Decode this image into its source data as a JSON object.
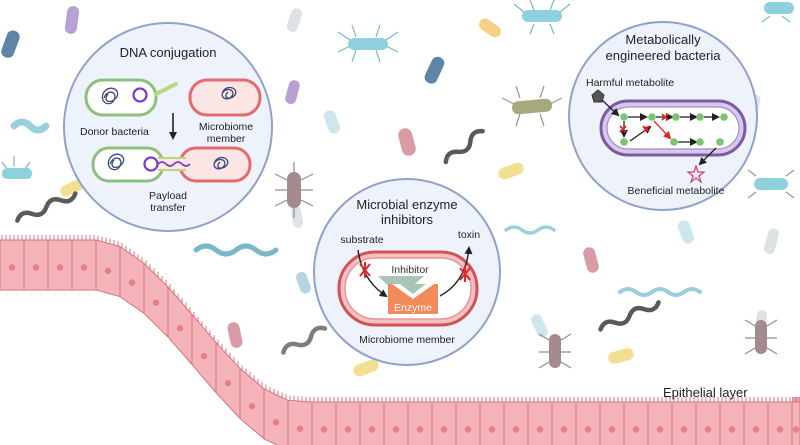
{
  "panels": {
    "dna_conjugation": {
      "title": "DNA conjugation",
      "donor_label": "Donor bacteria",
      "member_label_line1": "Microbiome",
      "member_label_line2": "member",
      "payload_line1": "Payload",
      "payload_line2": "transfer"
    },
    "enzyme_inhibitors": {
      "title_line1": "Microbial enzyme",
      "title_line2": "inhibitors",
      "substrate_label": "substrate",
      "toxin_label": "toxin",
      "inhibitor_label": "Inhibitor",
      "enzyme_label": "Enzyme",
      "member_label": "Microbiome member"
    },
    "engineered_bacteria": {
      "title_line1": "Metabolically",
      "title_line2": "engineered bacteria",
      "harmful_label": "Harmful metabolite",
      "beneficial_label": "Beneficial metabolite"
    }
  },
  "epithelium": {
    "label": "Epithelial layer"
  },
  "colors": {
    "circle_fill": "#eef2fa",
    "circle_stroke": "#8fa2c9",
    "epithelial_cell": "#f5b3ba",
    "epithelial_stroke": "#d9737f",
    "nucleus": "#e57f8b",
    "donor_cell": "#8dc07d",
    "member_cell": "#e36b6b",
    "engineered_cell": "#9a7bc0",
    "plasmid": "#7b3fc5",
    "enzyme": "#f28a5b",
    "inhibitor": "#a9c6b4",
    "block_mark": "#e0252b",
    "metabolite_dot": "#7cc472"
  }
}
